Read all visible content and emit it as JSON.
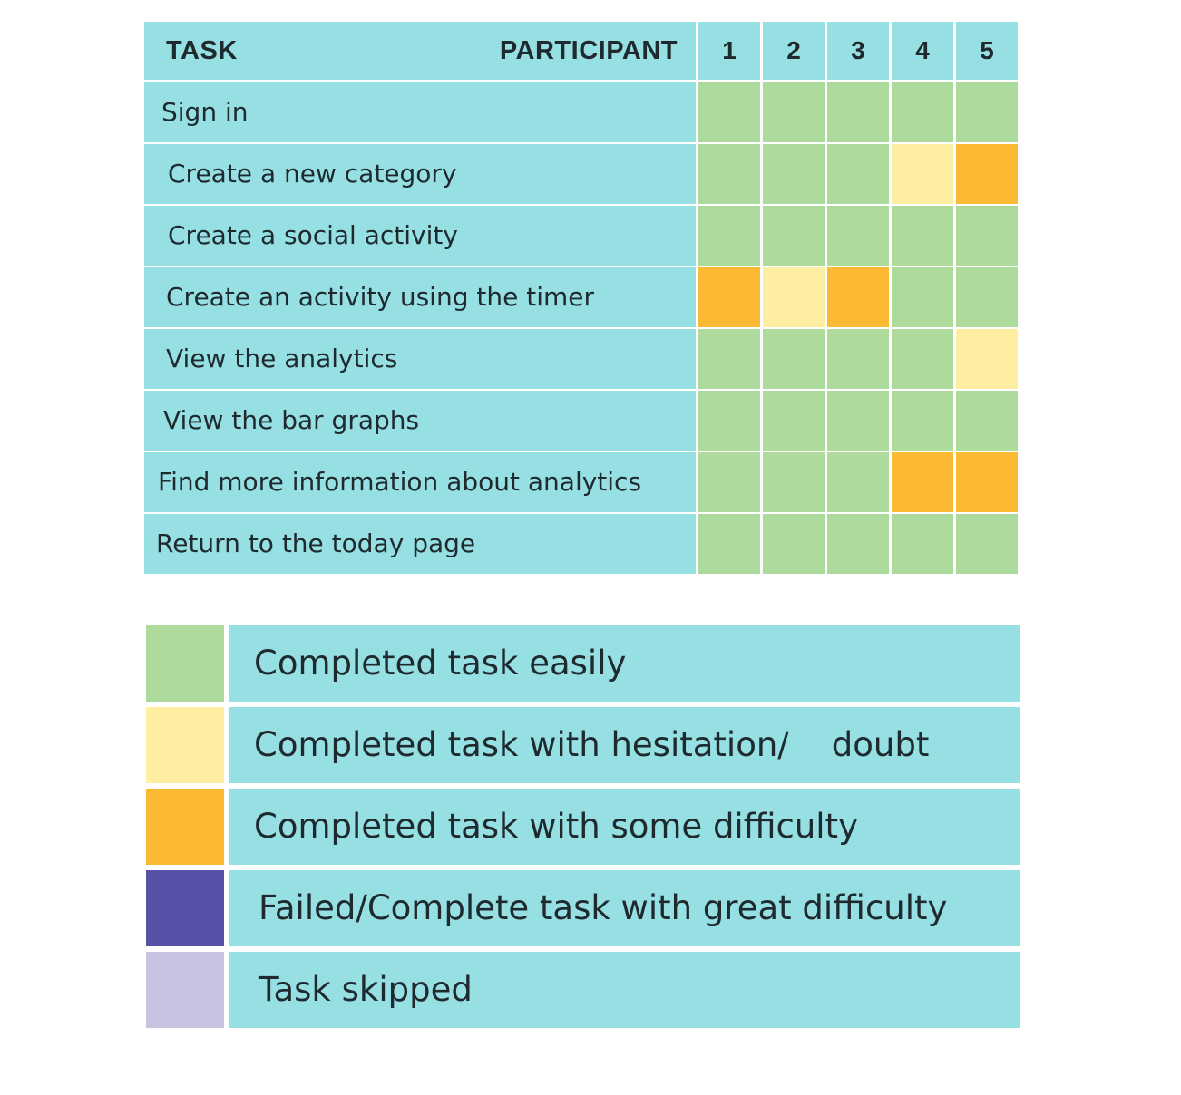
{
  "chart_data": {
    "type": "table",
    "header": {
      "task_label": "TASK",
      "participant_label": "PARTICIPANT"
    },
    "participants": [
      "1",
      "2",
      "3",
      "4",
      "5"
    ],
    "tasks": [
      {
        "label": "Sign in",
        "results": [
          "easy",
          "easy",
          "easy",
          "easy",
          "easy"
        ]
      },
      {
        "label": "Create a new category",
        "results": [
          "easy",
          "easy",
          "easy",
          "hesitation",
          "difficulty"
        ]
      },
      {
        "label": "Create a social activity",
        "results": [
          "easy",
          "easy",
          "easy",
          "easy",
          "easy"
        ]
      },
      {
        "label": "Create an activity using the timer",
        "results": [
          "difficulty",
          "hesitation",
          "difficulty",
          "easy",
          "easy"
        ]
      },
      {
        "label": "View the analytics",
        "results": [
          "easy",
          "easy",
          "easy",
          "easy",
          "hesitation"
        ]
      },
      {
        "label": "View the bar  graphs",
        "results": [
          "easy",
          "easy",
          "easy",
          "easy",
          "easy"
        ]
      },
      {
        "label": "Find more information about analytics",
        "results": [
          "easy",
          "easy",
          "easy",
          "difficulty",
          "difficulty"
        ]
      },
      {
        "label": "Return to the today page",
        "results": [
          "easy",
          "easy",
          "easy",
          "easy",
          "easy"
        ]
      }
    ],
    "legend": [
      {
        "key": "easy",
        "label": "Completed task easily",
        "color": "#addb9c"
      },
      {
        "key": "hesitation",
        "label": "Completed task with hesitation/    doubt",
        "color": "#fdeea1"
      },
      {
        "key": "difficulty",
        "label": "Completed task with some difficulty",
        "color": "#fbb934"
      },
      {
        "key": "failed",
        "label": "Failed/Complete task with great difficulty",
        "color": "#5851a8"
      },
      {
        "key": "skipped",
        "label": "Task skipped",
        "color": "#c6c3e1"
      }
    ]
  },
  "colors": {
    "header_bg": "#96dfe3",
    "label_bg": "#96dfe3",
    "grid_line": "#ffffff"
  }
}
